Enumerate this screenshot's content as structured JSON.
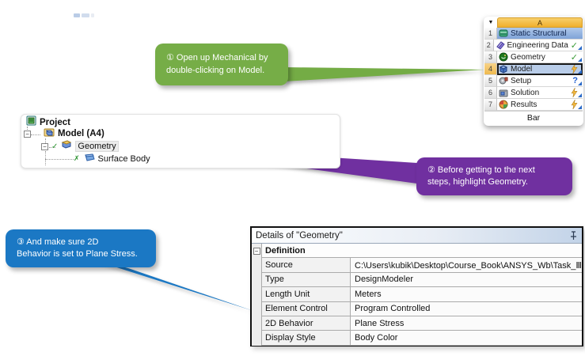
{
  "annotations": {
    "step1": {
      "text": "① Open up Mechanical by\ndouble-clicking on Model.",
      "color": "#76AD47"
    },
    "step2": {
      "text": "② Before getting to the next\nsteps, highlight Geometry.",
      "color": "#7030A0"
    },
    "step3": {
      "text": "③ And make sure 2D\nBehavior is set to Plane Stress.",
      "color": "#1B78C4"
    }
  },
  "project_schematic": {
    "column_header": "A",
    "caption": "Bar",
    "rows": [
      {
        "num": "1",
        "label": "Static Structural"
      },
      {
        "num": "2",
        "label": "Engineering Data"
      },
      {
        "num": "3",
        "label": "Geometry"
      },
      {
        "num": "4",
        "label": "Model"
      },
      {
        "num": "5",
        "label": "Setup"
      },
      {
        "num": "6",
        "label": "Solution"
      },
      {
        "num": "7",
        "label": "Results"
      }
    ]
  },
  "outline_tree": {
    "items": [
      {
        "label": "Project"
      },
      {
        "label": "Model (A4)"
      },
      {
        "label": "Geometry"
      },
      {
        "label": "Surface Body"
      }
    ]
  },
  "details_panel": {
    "title": "Details of \"Geometry\"",
    "section_header": "Definition",
    "rows": [
      {
        "label": "Source",
        "value": "C:\\Users\\kubik\\Desktop\\Course_Book\\ANSYS_Wb\\Task_Ⅲ\\..."
      },
      {
        "label": "Type",
        "value": "DesignModeler"
      },
      {
        "label": "Length Unit",
        "value": "Meters"
      },
      {
        "label": "Element Control",
        "value": "Program Controlled"
      },
      {
        "label": "2D Behavior",
        "value": "Plane Stress"
      },
      {
        "label": "Display Style",
        "value": "Body Color"
      }
    ]
  },
  "icons": {
    "dropdown": "▼",
    "check": "✓",
    "question": "?",
    "x_mark": "✗",
    "collapse": "−"
  },
  "status_colors": {
    "check": "#3A9B35",
    "lightning": "#F5B83D",
    "question": "#1F5FD0"
  }
}
